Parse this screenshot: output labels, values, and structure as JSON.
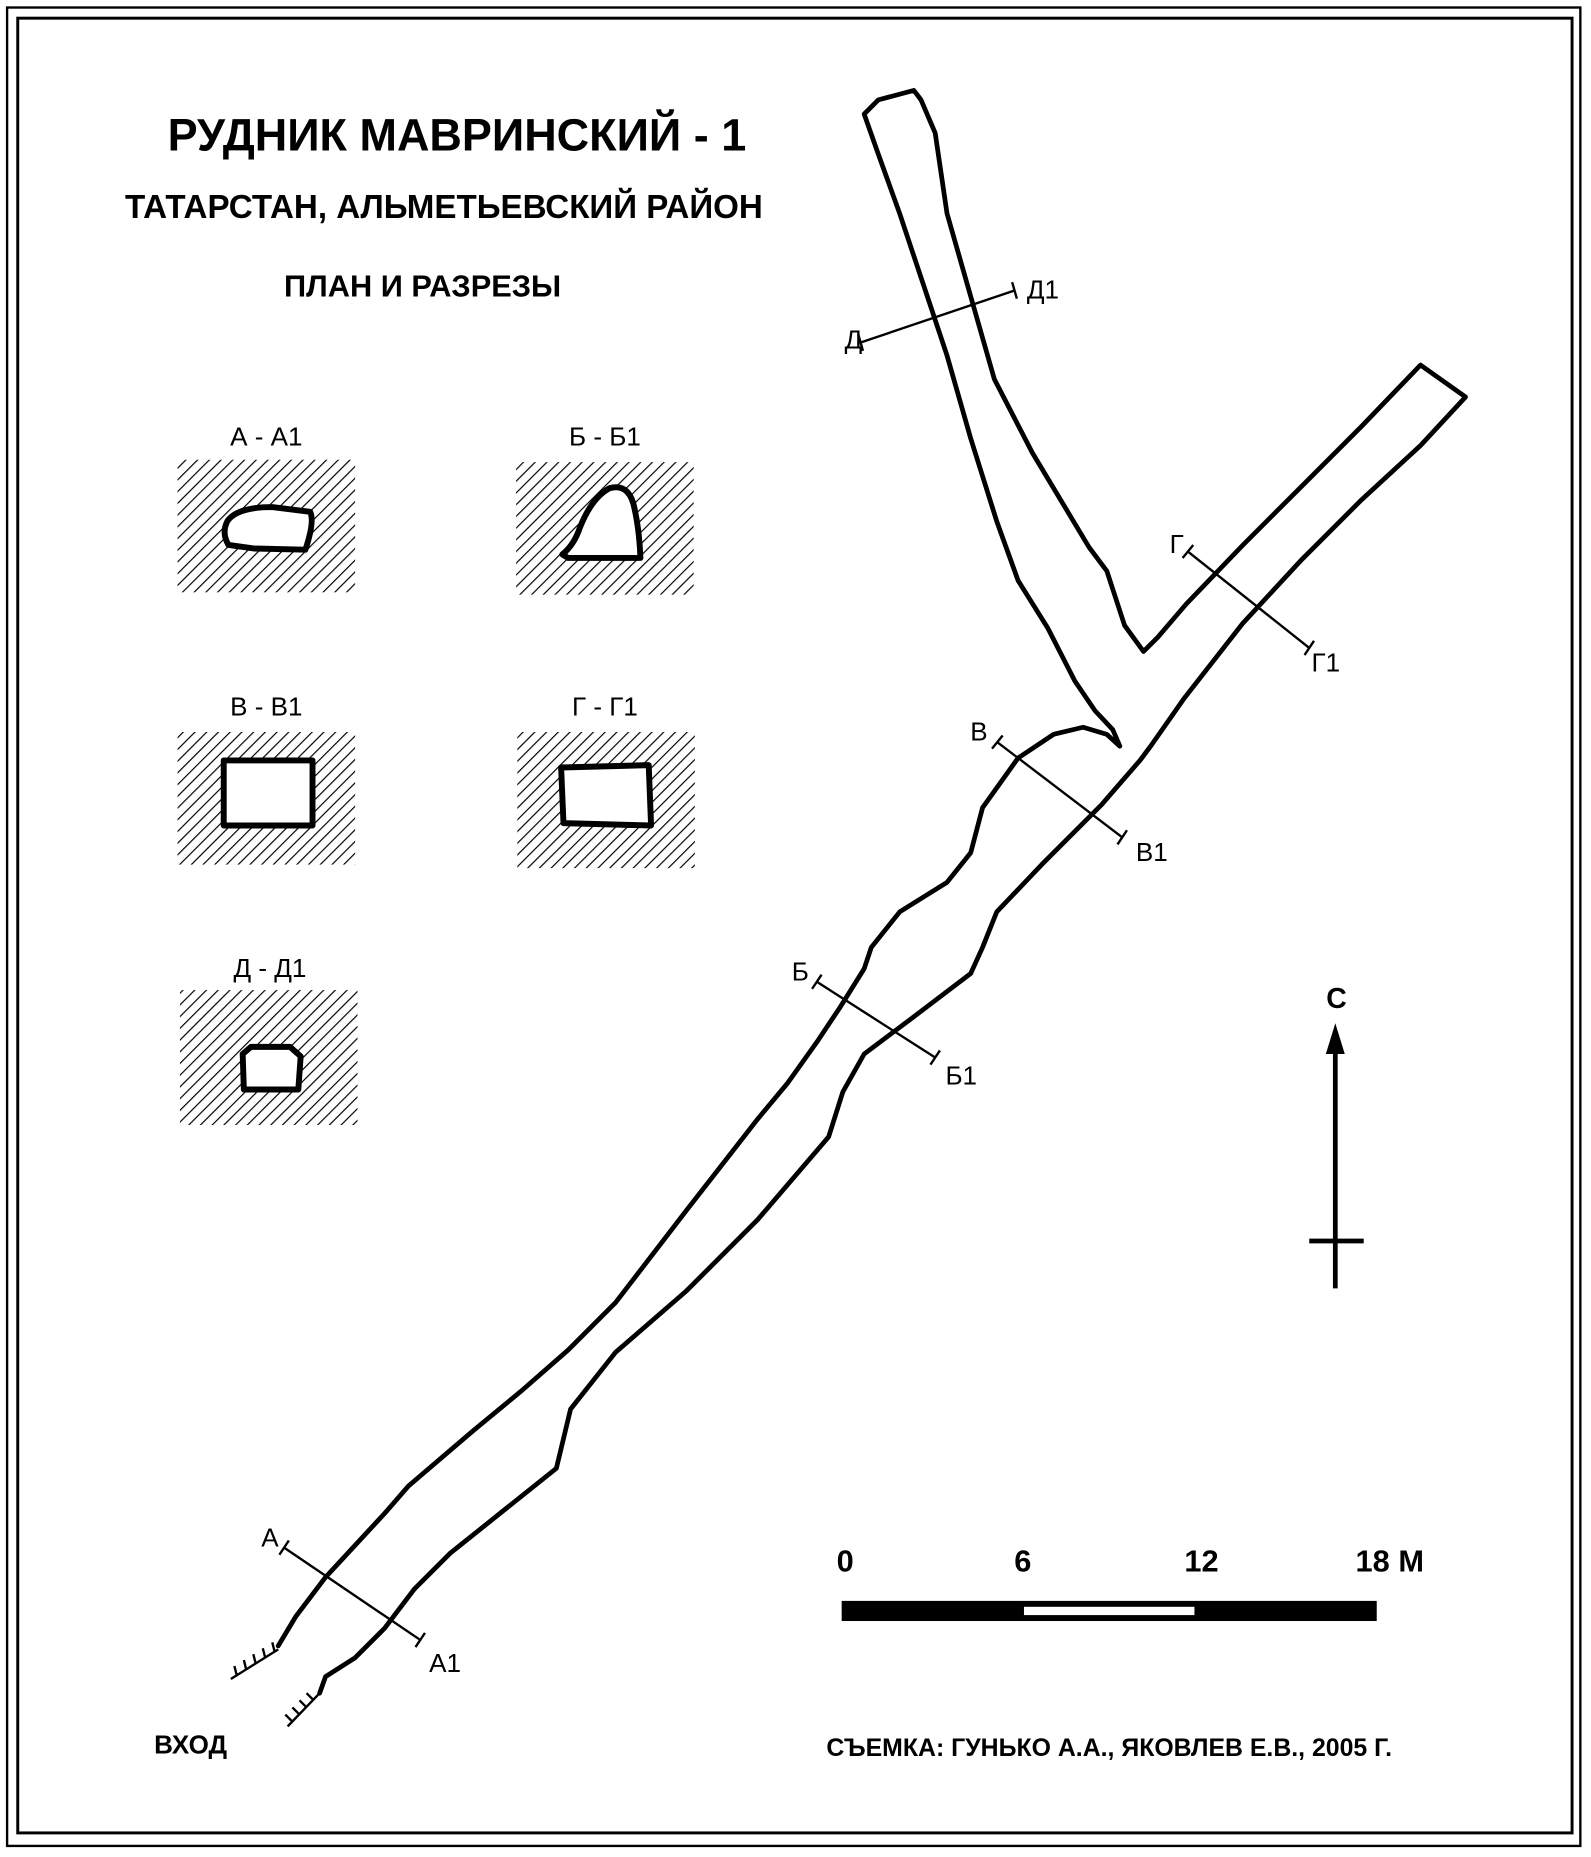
{
  "header": {
    "title": "РУДНИК МАВРИНСКИЙ - 1",
    "subtitle": "ТАТАРСТАН, АЛЬМЕТЬЕВСКИЙ РАЙОН",
    "plan_label": "ПЛАН И РАЗРЕЗЫ"
  },
  "sections": [
    {
      "label": "А - А1"
    },
    {
      "label": "Б - Б1"
    },
    {
      "label": "В - В1"
    },
    {
      "label": "Г - Г1"
    },
    {
      "label": "Д - Д1"
    }
  ],
  "cuts": {
    "a": "А",
    "a1": "А1",
    "b": "Б",
    "b1": "Б1",
    "v": "В",
    "v1": "В1",
    "g": "Г",
    "g1": "Г1",
    "d": "Д",
    "d1": "Д1"
  },
  "north": {
    "label": "С"
  },
  "scale": {
    "labels": [
      "0",
      "6",
      "12",
      "18 М"
    ]
  },
  "entrance_label": "ВХОД",
  "credit": "СЪЕМКА: ГУНЬКО А.А., ЯКОВЛЕВ Е.В., 2005 Г."
}
